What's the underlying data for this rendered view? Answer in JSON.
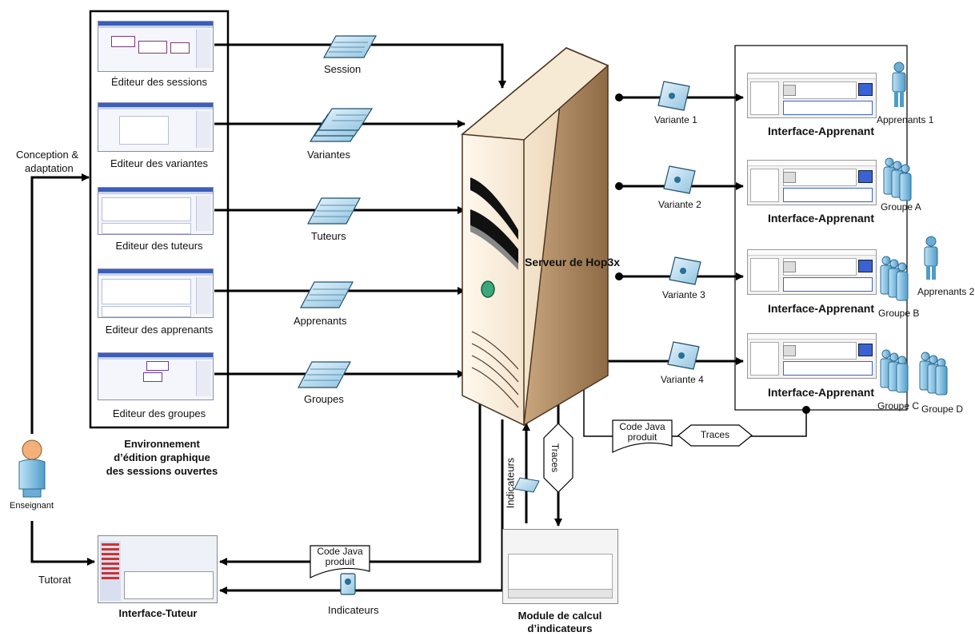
{
  "editors_panel": {
    "items": [
      {
        "label": "Éditeur des sessions"
      },
      {
        "label": "Editeur des variantes"
      },
      {
        "label": "Editeur des tuteurs"
      },
      {
        "label": "Editeur des apprenants"
      },
      {
        "label": "Editeur des groupes"
      }
    ],
    "caption_line1": "Environnement",
    "caption_line2": "d’édition graphique",
    "caption_line3": "des sessions ouvertes"
  },
  "documents": {
    "session": "Session",
    "variantes": "Variantes",
    "tuteurs": "Tuteurs",
    "apprenants": "Apprenants",
    "groupes": "Groupes"
  },
  "server": {
    "label": "Serveur de Hop3x"
  },
  "variant_labels": [
    "Variante 1",
    "Variante 2",
    "Variante 3",
    "Variante 4"
  ],
  "interfaces": {
    "label": "Interface-Apprenant"
  },
  "learners": {
    "apprenants1": "Apprenants 1",
    "groupeA": "Groupe A",
    "apprenants2": "Apprenants 2",
    "groupeB": "Groupe B",
    "groupeC": "Groupe C",
    "groupeD": "Groupe D"
  },
  "teacher": {
    "label": "Enseignant",
    "conception_line1": "Conception &",
    "conception_line2": "adaptation",
    "tutorat": "Tutorat"
  },
  "tutor_interface": {
    "label": "Interface-Tuteur"
  },
  "module": {
    "line1": "Module de calcul",
    "line2": "d’indicateurs"
  },
  "flows": {
    "code_java_line1": "Code Java",
    "code_java_line2": "produit",
    "traces": "Traces",
    "indicateurs": "Indicateurs"
  }
}
